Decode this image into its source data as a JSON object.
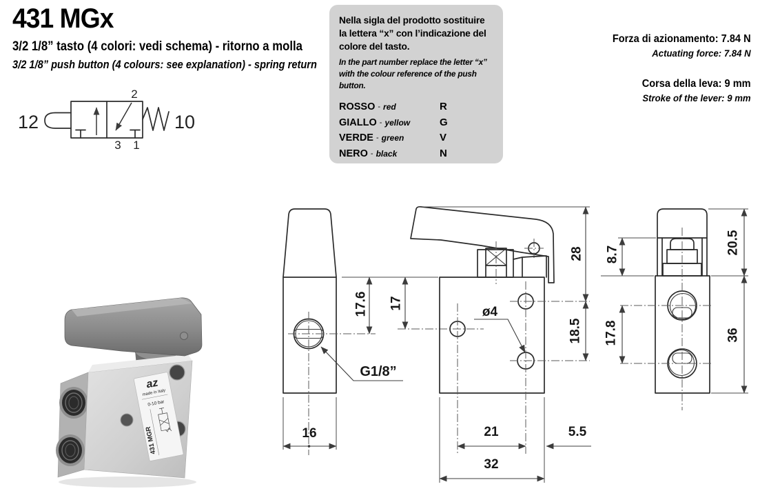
{
  "page": {
    "title": "431 MGx",
    "subtitle_it": "3/2 1/8” tasto (4 colori: vedi schema) - ritorno a molla",
    "subtitle_en": "3/2 1/8” push button (4 colours: see explanation) - spring return",
    "colors": {
      "info_box_bg": "#d2d2d2",
      "line_art": "#2b2b2b"
    }
  },
  "info_box": {
    "text_it": "Nella sigla del prodotto sostituire la lettera “x” con l’indicazione del colore del tasto.",
    "text_en": "In the part number replace the letter “x” with the colour reference of the push button.",
    "separator": "-",
    "colors": [
      {
        "name": "ROSSO",
        "translation": "red",
        "code": "R"
      },
      {
        "name": "GIALLO",
        "translation": "yellow",
        "code": "G"
      },
      {
        "name": "VERDE",
        "translation": "green",
        "code": "V"
      },
      {
        "name": "NERO",
        "translation": "black",
        "code": "N"
      }
    ]
  },
  "specs": {
    "force_it": "Forza di azionamento: 7.84 N",
    "force_en": "Actuating force: 7.84 N",
    "stroke_it": "Corsa della leva: 9 mm",
    "stroke_en": "Stroke of the lever: 9 mm"
  },
  "symbol": {
    "pilot_port": "12",
    "spring_port": "10",
    "outlet_port": "2",
    "exhaust_port": "3",
    "inlet_port": "1"
  },
  "photo_label": {
    "logo": "az",
    "origin": "made in Italy",
    "pressure_range": "0-10 bar",
    "model": "431 MGR"
  },
  "drawings": {
    "side_view": {
      "dim_port_height": "17.6",
      "dim_hole_height": "17",
      "port_thread": "G1/8”",
      "dim_width": "16"
    },
    "front_view": {
      "dim_lever_height": "28",
      "dim_hole_spacing": "18.5",
      "hole_diameter": "ø4",
      "dim_hole_span": "21",
      "dim_edge_offset": "5.5",
      "dim_width": "32"
    },
    "rear_view": {
      "dim_button_travel": "8.7",
      "dim_port_spacing": "17.8",
      "dim_cap_height": "20.5",
      "dim_body_height": "36"
    }
  }
}
